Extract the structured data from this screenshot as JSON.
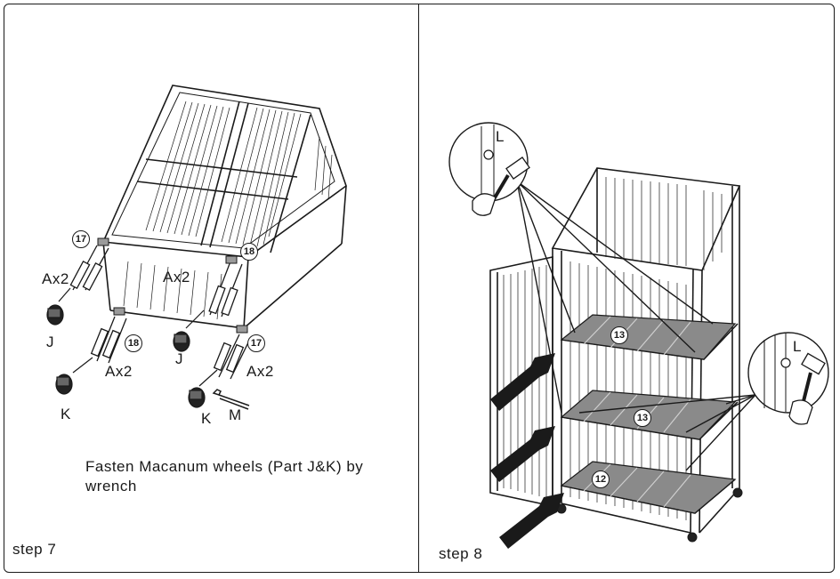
{
  "step7": {
    "label": "step 7",
    "instruction": "Fasten Macanum wheels (Part J&K) by wrench",
    "callouts": {
      "badge_17a": "17",
      "badge_18a": "18",
      "badge_18b": "18",
      "badge_17b": "17",
      "ax2_a": "Ax2",
      "ax2_b": "Ax2",
      "ax2_c": "Ax2",
      "ax2_d": "Ax2",
      "part_j1": "J",
      "part_j2": "J",
      "part_k1": "K",
      "part_k2": "K",
      "part_m": "M"
    }
  },
  "step8": {
    "label": "step 8",
    "callouts": {
      "badge_13a": "13",
      "badge_13b": "13",
      "badge_12": "12",
      "part_l1": "L",
      "part_l2": "L"
    }
  },
  "colors": {
    "line": "#1a1a1a",
    "shelf": "#8a8a8a",
    "background": "#ffffff"
  },
  "icons": [
    "hammer-icon",
    "screw-icon",
    "wheel-icon",
    "wrench-icon",
    "arrow-icon"
  ]
}
